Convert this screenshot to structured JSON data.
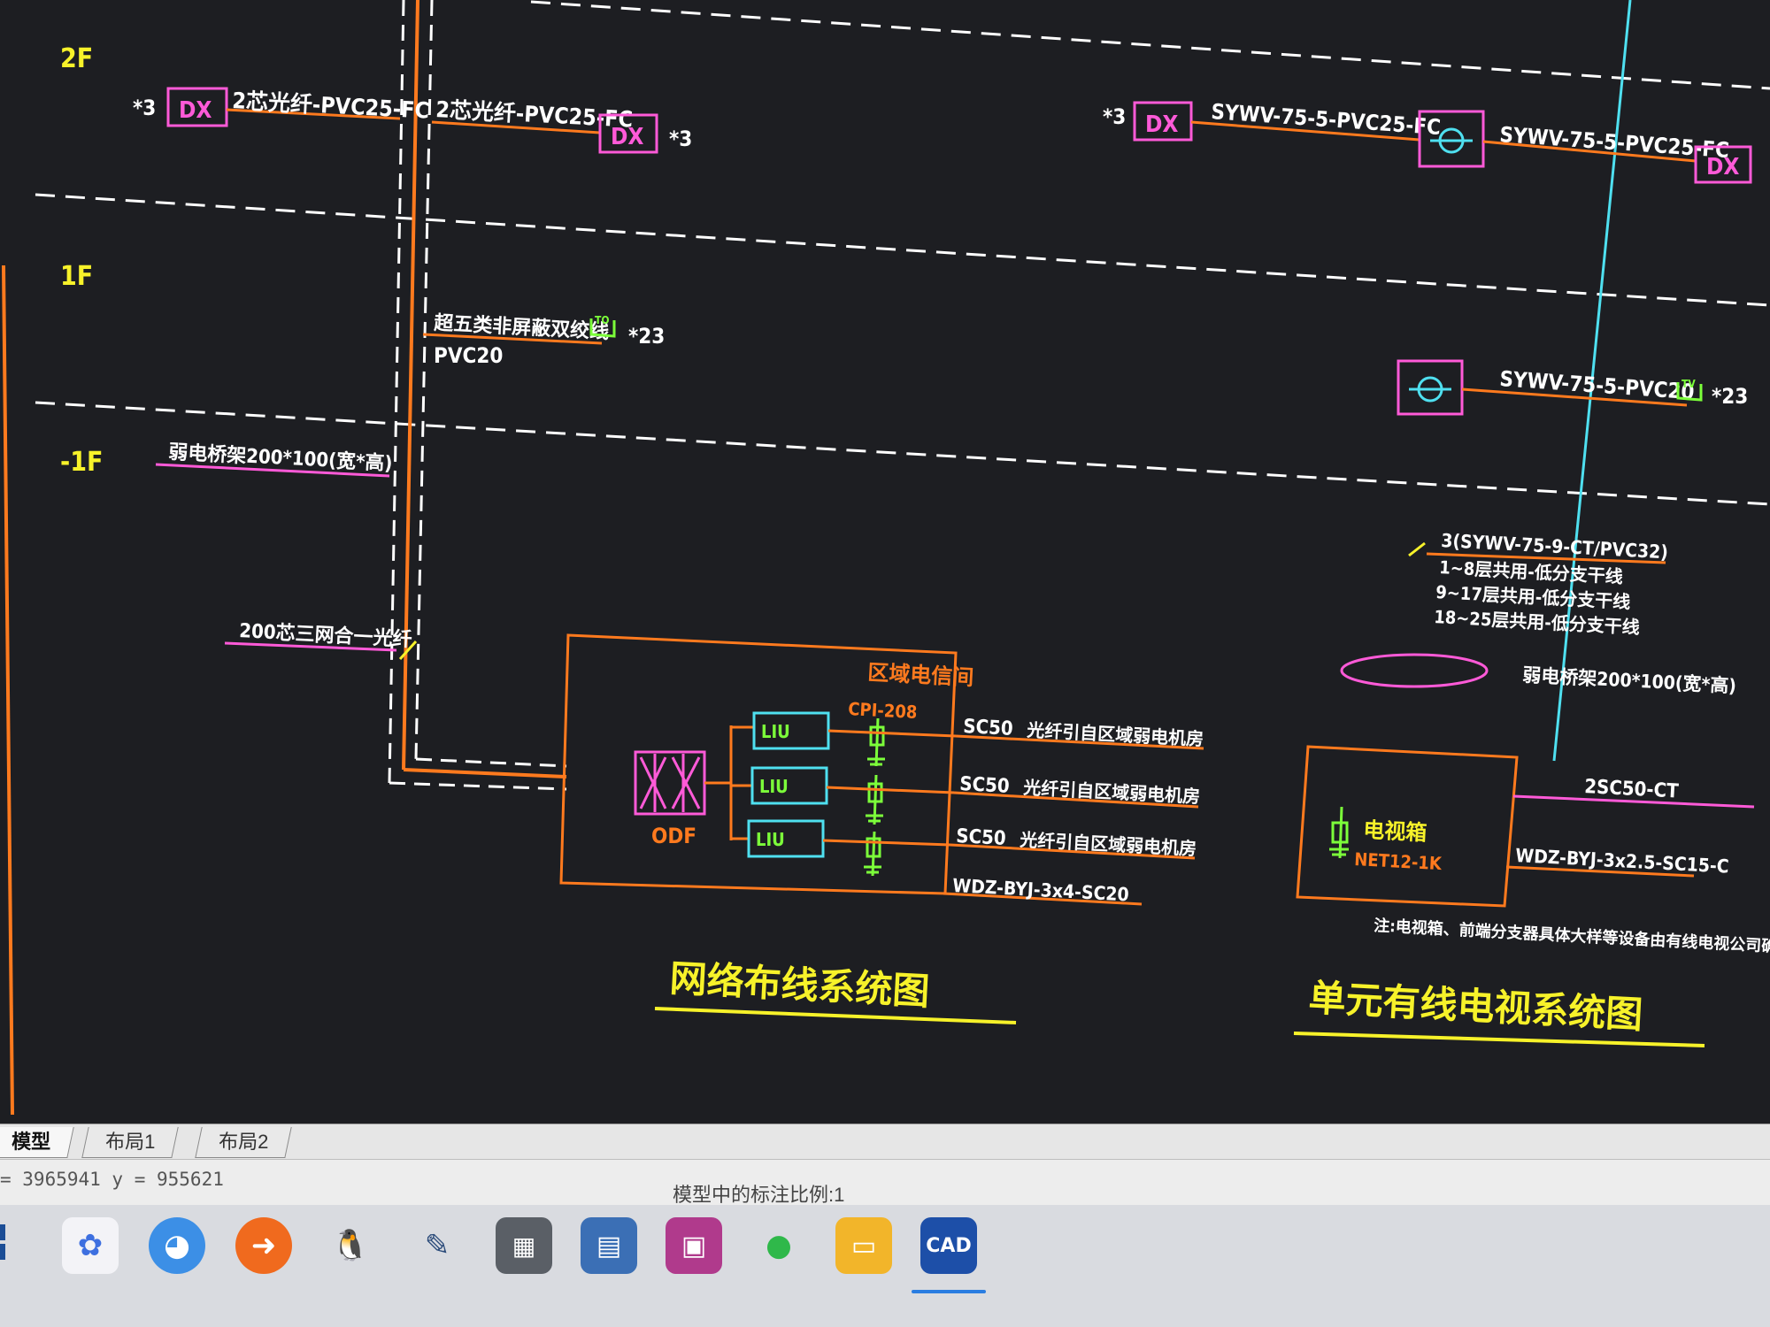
{
  "drawing": {
    "floors": [
      "2F",
      "1F",
      "-1F"
    ],
    "network": {
      "title": "网络布线系统图",
      "room_label": "区域电信间",
      "odf_label": "ODF",
      "cpi_label": "CPI-208",
      "liu_labels": [
        "LIU",
        "LIU",
        "LIU"
      ],
      "outlets": [
        {
          "box": "DX",
          "cable": "2芯光纤-PVC25-FC",
          "count": "*3"
        },
        {
          "box": "DX",
          "cable": "2芯光纤-PVC25-FC",
          "count": "*3"
        }
      ],
      "info_outlet": {
        "cable_line1": "超五类非屏蔽双绞线",
        "cable_line2": "PVC20",
        "symbol": "TO",
        "count": "*23"
      },
      "tray_label": "弱电桥架200*100(宽*高)",
      "trunk_label": "200芯三网合一光纤",
      "feeders": [
        {
          "conduit": "SC50",
          "desc": "光纤引自区域弱电机房"
        },
        {
          "conduit": "SC50",
          "desc": "光纤引自区域弱电机房"
        },
        {
          "conduit": "SC50",
          "desc": "光纤引自区域弱电机房"
        }
      ],
      "power": "WDZ-BYJ-3x4-SC20"
    },
    "catv": {
      "title": "单元有线电视系统图",
      "box_label": "电视箱",
      "box_model": "NET12-1K",
      "outlets": [
        {
          "box": "DX",
          "cable": "SYWV-75-5-PVC25-FC",
          "count": "*3"
        },
        {
          "cable": "SYWV-75-5-PVC25-FC",
          "box": "DX"
        }
      ],
      "tv_outlet": {
        "cable": "SYWV-75-5-PVC20",
        "symbol": "TV",
        "count": "*23"
      },
      "riser_note": [
        "3(SYWV-75-9-CT/PVC32)",
        "1~8层共用-低分支干线",
        "9~17层共用-低分支干线",
        "18~25层共用-低分支干线"
      ],
      "tray_label": "弱电桥架200*100(宽*高)",
      "feed": "2SC50-CT",
      "power": "WDZ-BYJ-3x2.5-SC15-C",
      "note": "注:电视箱、前端分支器具体大样等设备由有线电视公司确定"
    }
  },
  "tabs": [
    "模型",
    "布局1",
    "布局2"
  ],
  "status": {
    "coords": "= 3965941  y = 955621",
    "scale": "模型中的标注比例:1"
  },
  "taskbar": {
    "icons": [
      "baidu-netdisk-icon",
      "edge-browser-icon",
      "transfer-app-icon",
      "qq-penguin-icon",
      "pen-tool-icon",
      "calculator-icon",
      "spreadsheet-icon",
      "archive-icon",
      "wechat-icon",
      "file-explorer-icon",
      "cad-app-icon"
    ],
    "cad_label": "CAD"
  },
  "colors": {
    "background": "#1d1e22",
    "orange": "#ff7a1e",
    "magenta": "#ff5ad8",
    "yellow": "#f7f22a",
    "cyan": "#4fe0f0",
    "green": "#7cff3a",
    "white": "#ffffff"
  }
}
